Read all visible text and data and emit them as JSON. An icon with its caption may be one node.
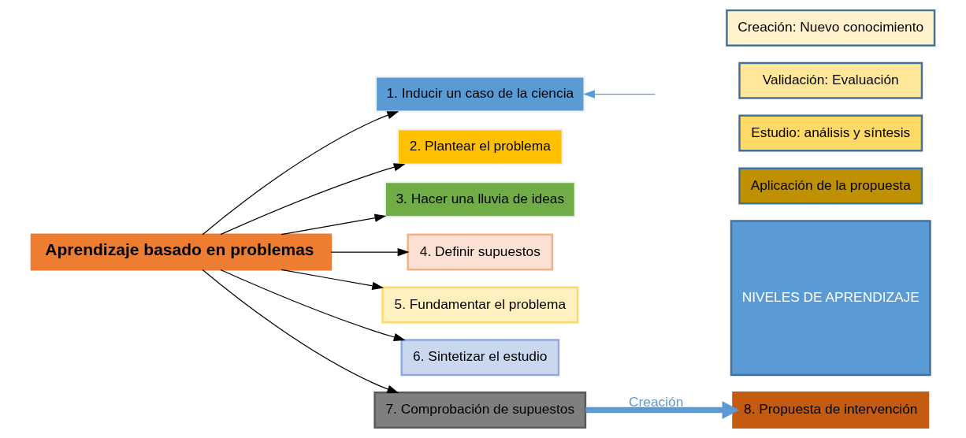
{
  "diagram": {
    "nodes": [
      {
        "text": [
          "Aprendizaje basado en problemas"
        ]
      },
      {
        "text": [
          "1. Inducir un caso de la ciencia"
        ]
      },
      {
        "text": [
          "2. Plantear el problema"
        ]
      },
      {
        "text": [
          "3. Hacer una lluvia de ideas"
        ]
      },
      {
        "text": [
          "4. Definir supuestos"
        ]
      },
      {
        "text": [
          "5. Fundamentar el problema"
        ]
      },
      {
        "text": [
          "6. Sintetizar el estudio"
        ]
      },
      {
        "text": [
          "7. Comprobación de supuestos"
        ]
      },
      {
        "text": [
          "8. Propuesta de intervención"
        ]
      },
      {
        "text": [
          "Creación: Nuevo conocimiento"
        ]
      },
      {
        "text": [
          "Validación: Evaluación"
        ]
      },
      {
        "text": [
          "Estudio: análisis y síntesis"
        ]
      },
      {
        "text": [
          "Aplicación de la propuesta"
        ]
      },
      {
        "text": [
          "NIVELES DE APRENDIZAJE"
        ]
      }
    ],
    "edges": [
      {
        "from": 0,
        "to": 1,
        "arrow": "to"
      },
      {
        "from": 0,
        "to": 2,
        "arrow": "to"
      },
      {
        "from": 0,
        "to": 3,
        "arrow": "to"
      },
      {
        "from": 0,
        "to": 4,
        "arrow": "to"
      },
      {
        "from": 0,
        "to": 5,
        "arrow": "to"
      },
      {
        "from": 0,
        "to": 6,
        "arrow": "to"
      },
      {
        "from": 0,
        "to": 7,
        "arrow": "to"
      },
      {
        "from": 7,
        "to": 8,
        "arrow": "to",
        "label": "Creación",
        "style": "thick",
        "color": "#5b9bd5"
      },
      {
        "from": null,
        "to": 1,
        "arrow": "to",
        "color": "#5b9bd5"
      }
    ]
  }
}
